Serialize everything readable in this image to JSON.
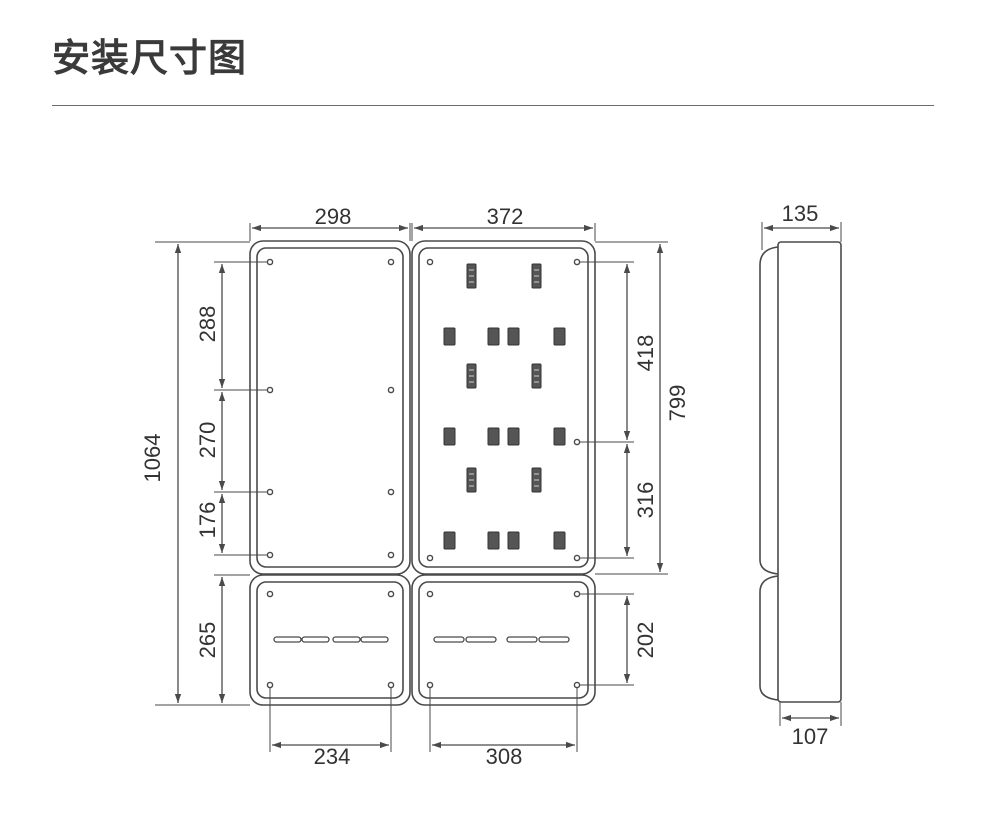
{
  "page": {
    "title": "安装尺寸图"
  },
  "dimensions": {
    "overall_height": "1064",
    "top_left_width": "298",
    "top_right_width": "372",
    "left_gap_1": "288",
    "left_gap_2": "270",
    "left_gap_3": "176",
    "bottom_module_height": "265",
    "bottom_left_hole_spacing": "234",
    "bottom_right_hole_spacing": "308",
    "right_gap_1": "418",
    "right_gap_2": "316",
    "right_module_height": "799",
    "bottom_right_hole_height": "202",
    "side_depth_total": "135",
    "side_depth_body": "107"
  },
  "colors": {
    "line": "#4a4a4a",
    "text": "#333333",
    "rule": "#6b6b6b",
    "block_fill": "#555555"
  }
}
